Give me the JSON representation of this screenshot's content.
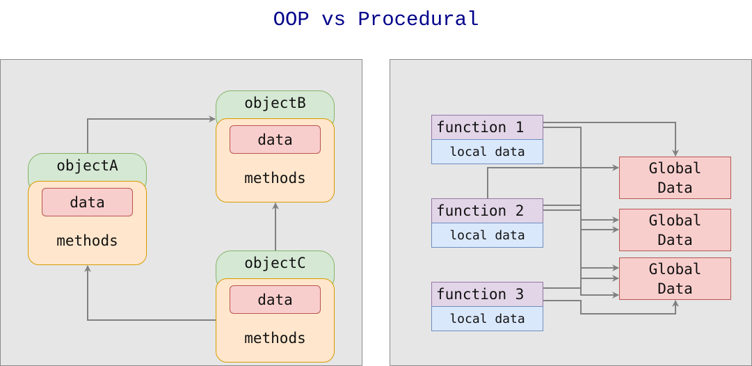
{
  "title": "OOP vs Procedural",
  "oop": {
    "objects": [
      {
        "name": "objectA",
        "data_label": "data",
        "methods_label": "methods"
      },
      {
        "name": "objectB",
        "data_label": "data",
        "methods_label": "methods"
      },
      {
        "name": "objectC",
        "data_label": "data",
        "methods_label": "methods"
      }
    ]
  },
  "procedural": {
    "functions": [
      {
        "name": "function 1",
        "local": "local data"
      },
      {
        "name": "function 2",
        "local": "local data"
      },
      {
        "name": "function 3",
        "local": "local data"
      }
    ],
    "globals": [
      {
        "label": "Global\nData"
      },
      {
        "label": "Global\nData"
      },
      {
        "label": "Global\nData"
      }
    ]
  },
  "colors": {
    "title": "#00008b",
    "arrow": "#808080",
    "object_header": "#d5e8d4",
    "object_body": "#ffe6cc",
    "data": "#f8cecc",
    "function": "#e1d5e7",
    "local_data": "#dae8fc",
    "global_data": "#f8cecc"
  }
}
